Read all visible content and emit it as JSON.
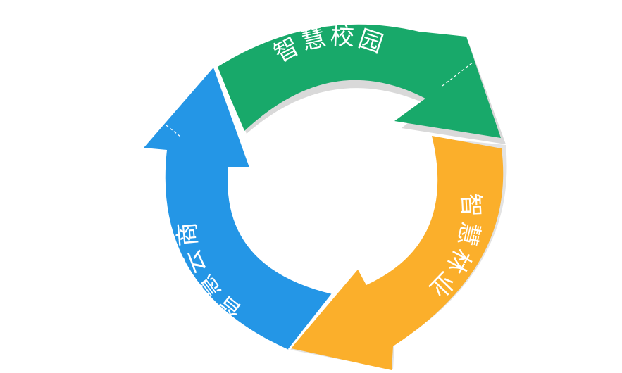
{
  "diagram": {
    "segments": [
      {
        "label": "智慧校园",
        "color": "#18A96A"
      },
      {
        "label": "智慧林业",
        "color": "#FBAF2B"
      },
      {
        "label": "智慧云商",
        "color": "#2496E6"
      }
    ],
    "shadow_color": "#d7d7d7",
    "background": "#ffffff"
  }
}
